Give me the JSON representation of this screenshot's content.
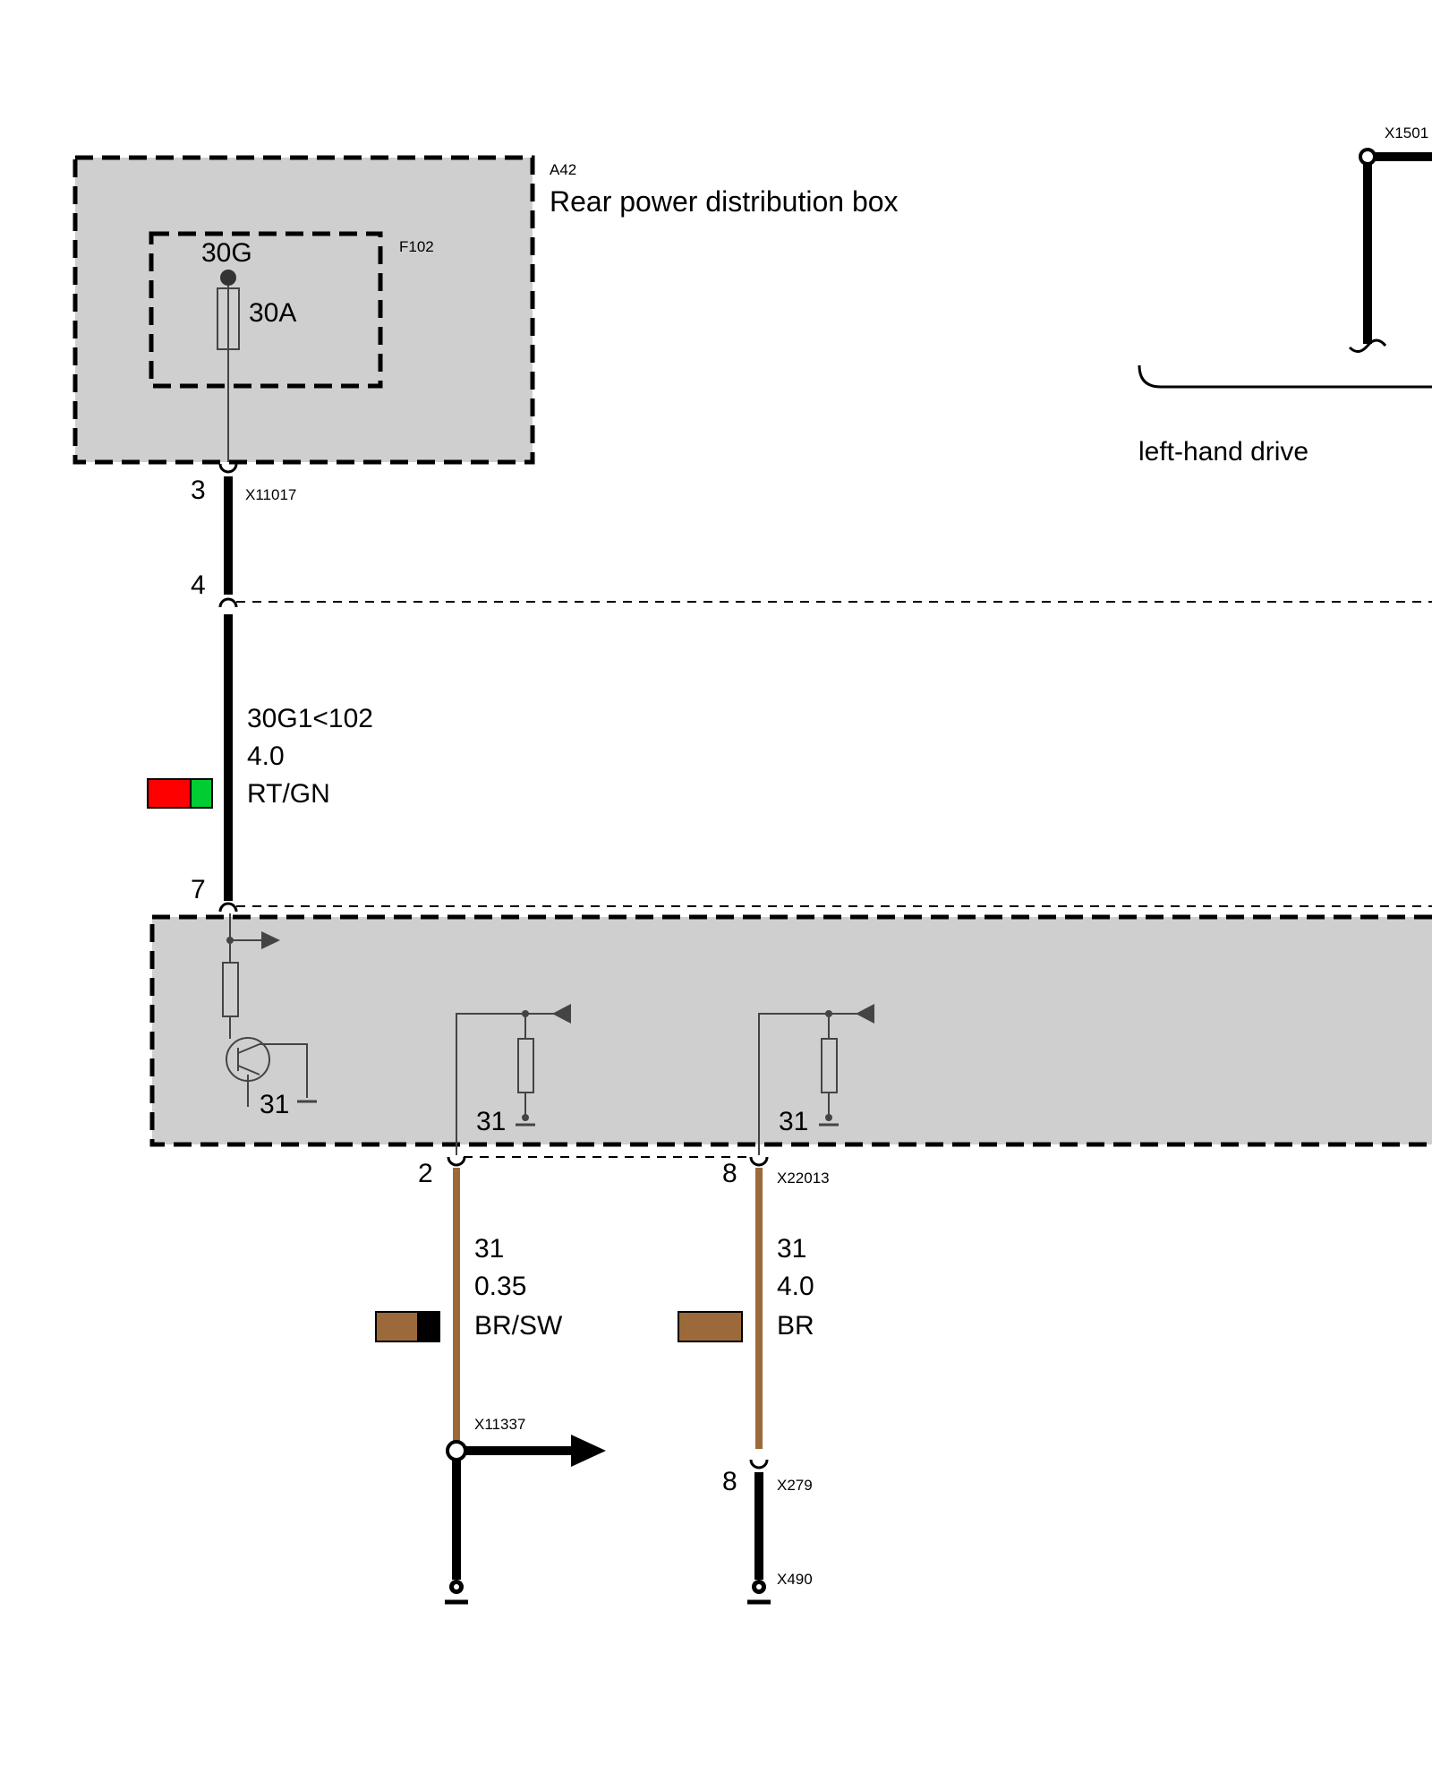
{
  "components": {
    "a42": {
      "ref": "A42",
      "name": "Rear power distribution box"
    },
    "f102": {
      "ref": "F102",
      "terminal": "30G",
      "rating": "30A"
    },
    "module": {
      "ground_labels": [
        "31",
        "31",
        "31"
      ]
    }
  },
  "connectors": {
    "x11017": "X11017",
    "x1501": "X1501",
    "x22013": "X22013",
    "x11337": "X11337",
    "x279": "X279",
    "x490": "X490"
  },
  "pins": {
    "x11017_pin": "3",
    "a_pin4": "4",
    "a_pin7": "7",
    "x22013_pin2": "2",
    "x22013_pin8": "8",
    "x279_pin": "8"
  },
  "variant_note": "left-hand drive",
  "wires": [
    {
      "id": "w1",
      "signal": "30G1<102",
      "cross_section": "4.0",
      "color_code": "RT/GN",
      "swatch": [
        "#ff0000",
        "#00cc33"
      ]
    },
    {
      "id": "w2",
      "signal": "31",
      "cross_section": "0.35",
      "color_code": "BR/SW",
      "swatch": [
        "#9c6a3a",
        "#000000"
      ]
    },
    {
      "id": "w3",
      "signal": "31",
      "cross_section": "4.0",
      "color_code": "BR",
      "swatch": [
        "#9c6a3a"
      ]
    }
  ],
  "colors": {
    "box_fill": "#cfcfcf",
    "wire_black": "#000000",
    "wire_brown": "#9c6a3a",
    "symbol_gray": "#444444"
  }
}
